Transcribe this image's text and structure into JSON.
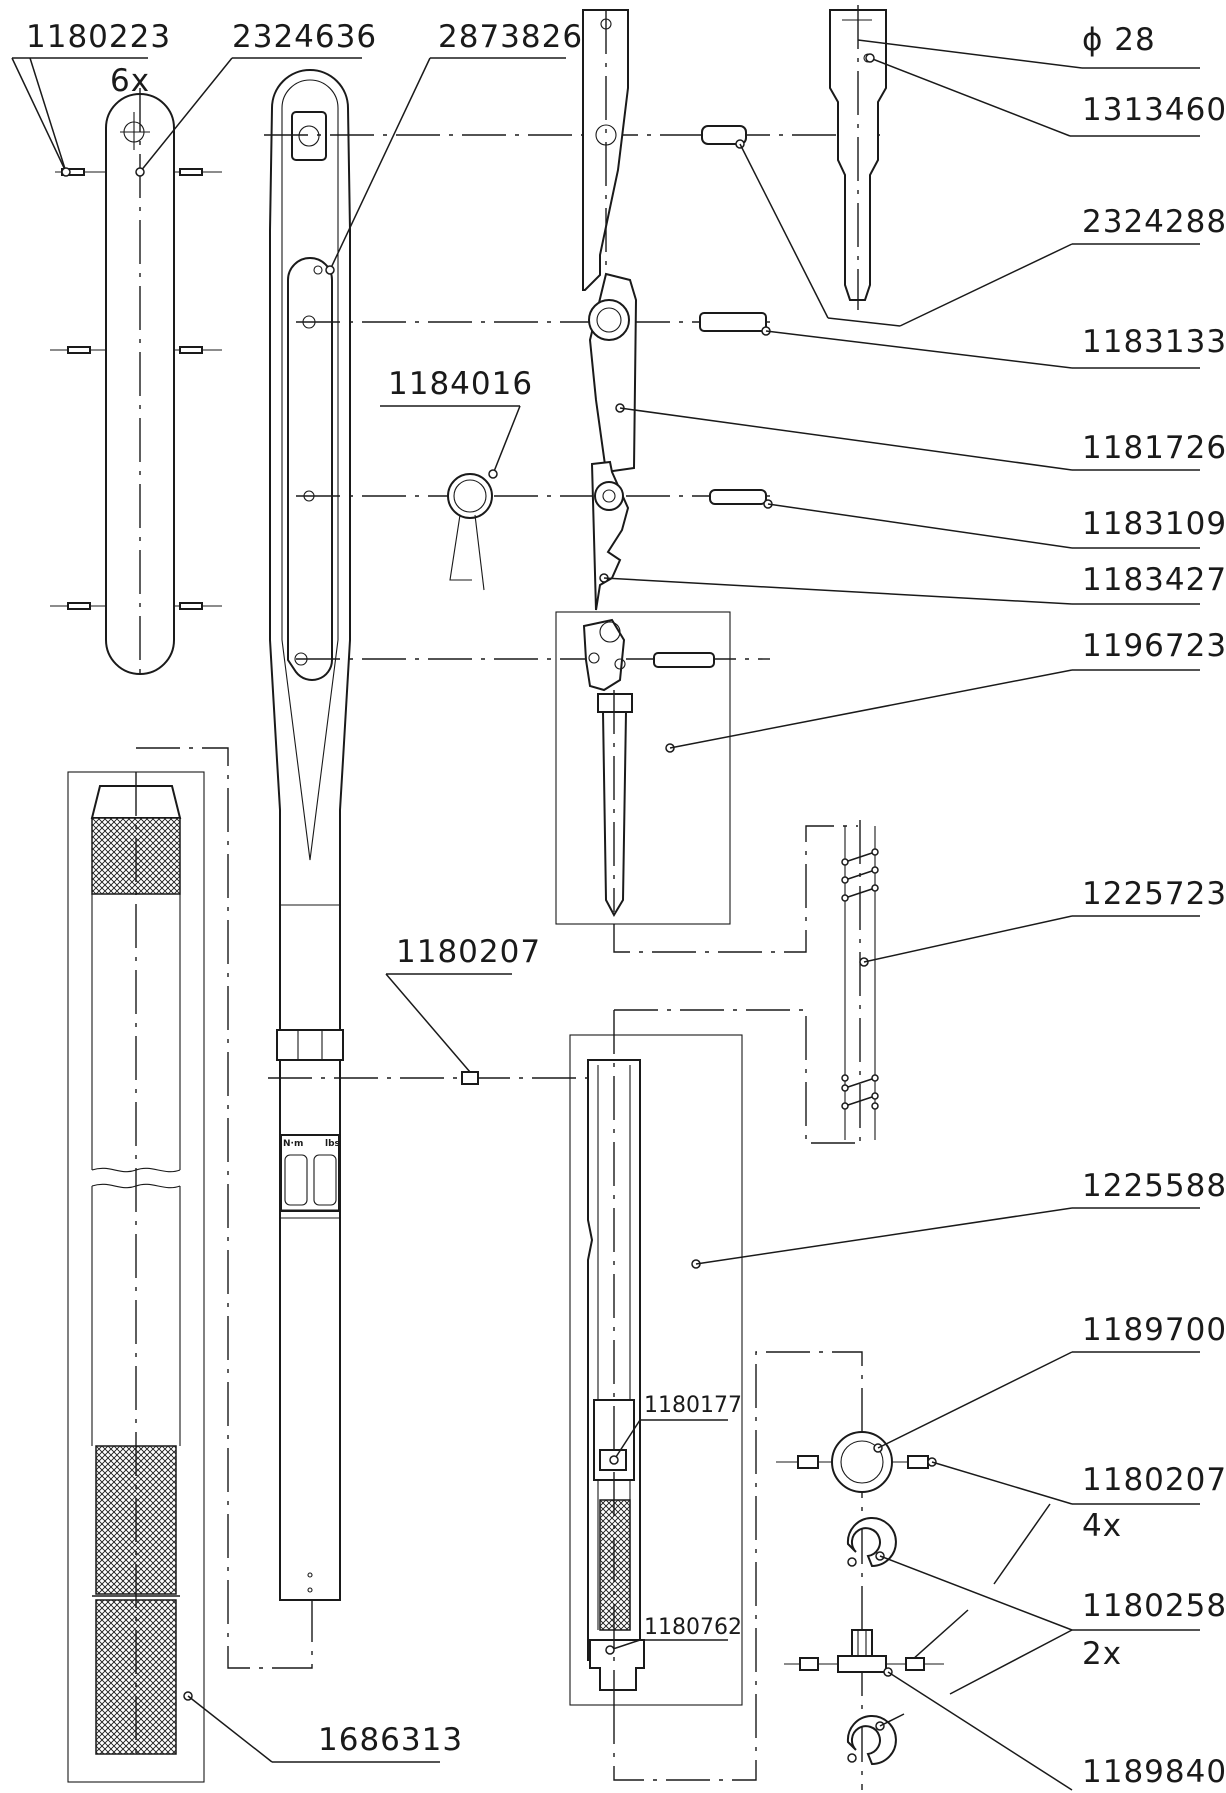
{
  "labels": {
    "p1180223": "1180223",
    "p1180223_qty": "6x",
    "p2324636": "2324636",
    "p2873826": "2873826",
    "diameter": "ϕ 28",
    "p1313460": "1313460",
    "p2324288": "2324288",
    "p1183133": "1183133",
    "p1184016": "1184016",
    "p1181726": "1181726",
    "p1183109": "1183109",
    "p1183427": "1183427",
    "p1196723": "1196723",
    "p1225723": "1225723",
    "p1180207_top": "1180207",
    "p1225588": "1225588",
    "p1189700": "1189700",
    "p1180177": "1180177",
    "p1180207_right": "1180207",
    "p1180207_qty": "4x",
    "p1180258": "1180258",
    "p1180258_qty": "2x",
    "p1180762": "1180762",
    "p1686313": "1686313",
    "p1189840": "1189840"
  },
  "scale_marks": {
    "left": "N·m",
    "right": "lbs"
  },
  "icons": {
    "knurl": "crosshatch-knurl-pattern",
    "retaining_ring": "circlip-icon",
    "pin": "cylindrical-pin-icon",
    "spring": "coil-spring-icon"
  }
}
